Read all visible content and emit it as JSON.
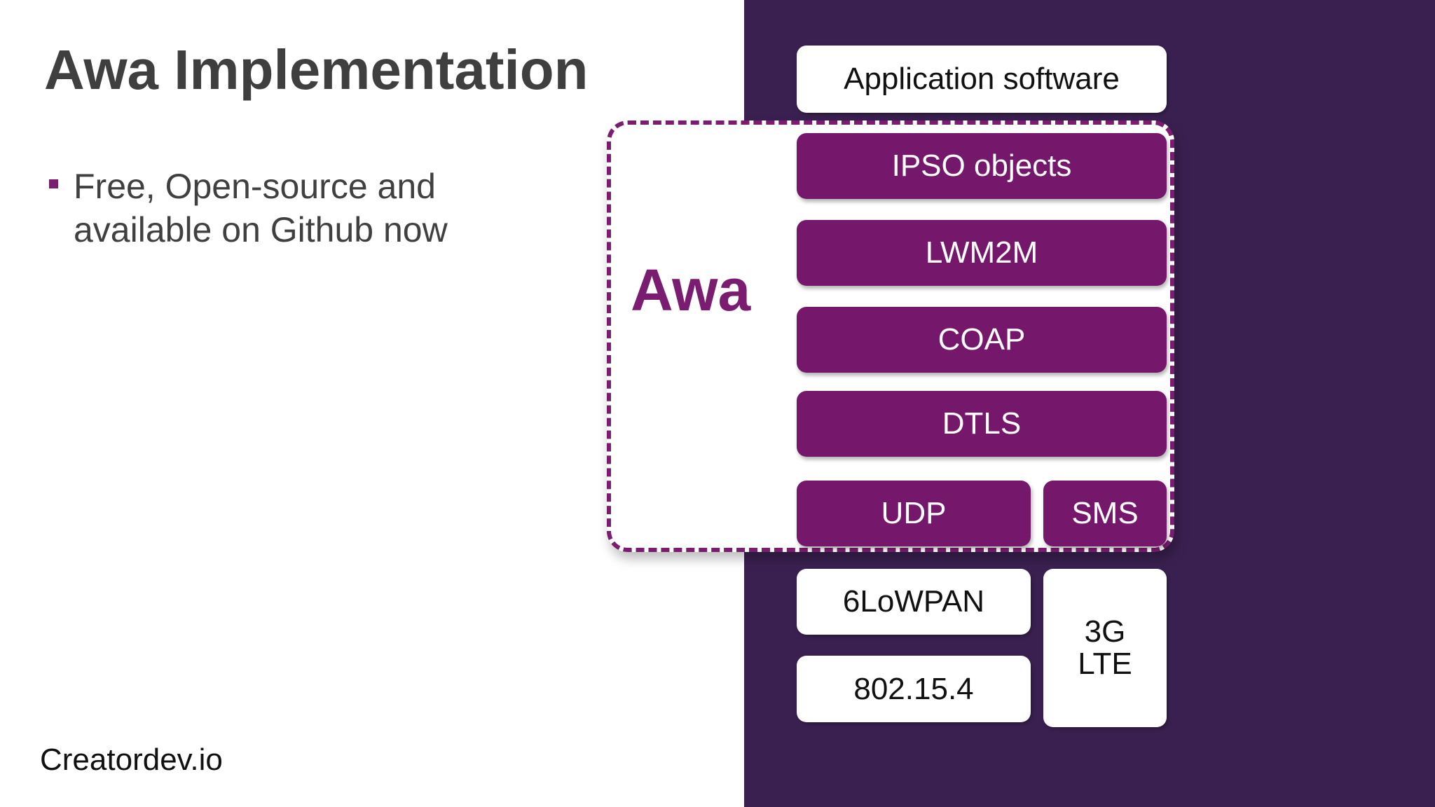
{
  "slide": {
    "title": "Awa Implementation",
    "bullets": [
      "Free, Open-source and available on Github now"
    ],
    "footer": "Creatordev.io"
  },
  "diagram": {
    "group_label": "Awa",
    "layers": {
      "application_software": "Application software",
      "ipso_objects": "IPSO objects",
      "lwm2m": "LWM2M",
      "coap": "COAP",
      "dtls": "DTLS",
      "udp": "UDP",
      "sms": "SMS",
      "sixlowpan": "6LoWPAN",
      "ieee_802_15_4": "802.15.4",
      "cellular_3g": "3G",
      "cellular_lte": "LTE"
    }
  },
  "colors": {
    "panel_background": "#3a2050",
    "accent_purple": "#75176a",
    "title_text": "#3f3f3f",
    "white": "#ffffff"
  }
}
